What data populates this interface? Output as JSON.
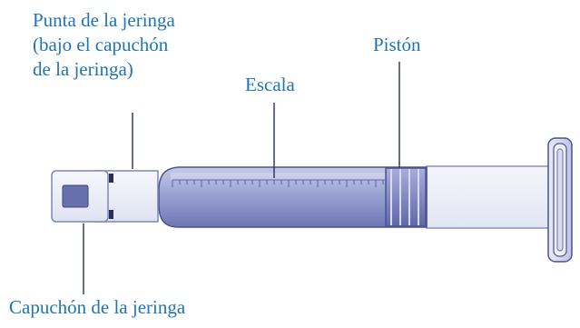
{
  "labels": {
    "tip_line1": "Punta de la jeringa",
    "tip_line2": "(bajo el capuchón",
    "tip_line3": "de la jeringa)",
    "scale": "Escala",
    "plunger": "Pistón",
    "cap": "Capuchón de la jeringa"
  },
  "colors": {
    "label_text": "#1f74b7",
    "barrel_fill": "#8d95cb",
    "barrel_outline": "#4b5390",
    "leader_line": "#2a2f52"
  }
}
